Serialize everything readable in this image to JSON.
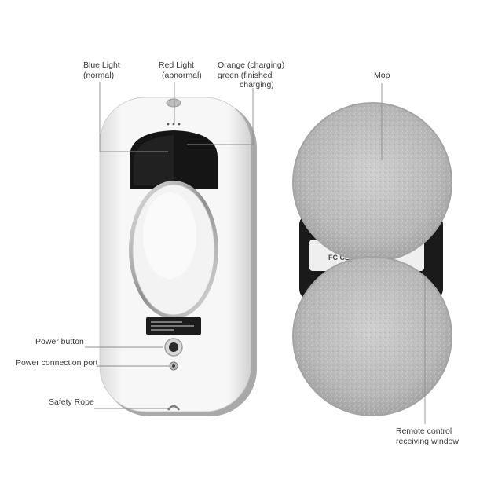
{
  "labels": {
    "blue_light": [
      "Blue Light",
      "(normal)"
    ],
    "red_light": [
      "Red Light",
      "(abnormal)"
    ],
    "orange_green": [
      "Orange (charging)",
      "green (finished",
      "charging)"
    ],
    "mop": [
      "Mop"
    ],
    "power_button": [
      "Power button"
    ],
    "power_port": [
      "Power connection port"
    ],
    "safety_rope": [
      "Safety Rope"
    ],
    "remote_window": [
      "Remote control",
      "receiving window"
    ]
  },
  "device": {
    "back_mark": "FC CE"
  },
  "colors": {
    "body_white": "#f4f4f4",
    "mop_gray": "#b9b9b9",
    "leader_line": "#888888",
    "panel_black": "#151515"
  }
}
